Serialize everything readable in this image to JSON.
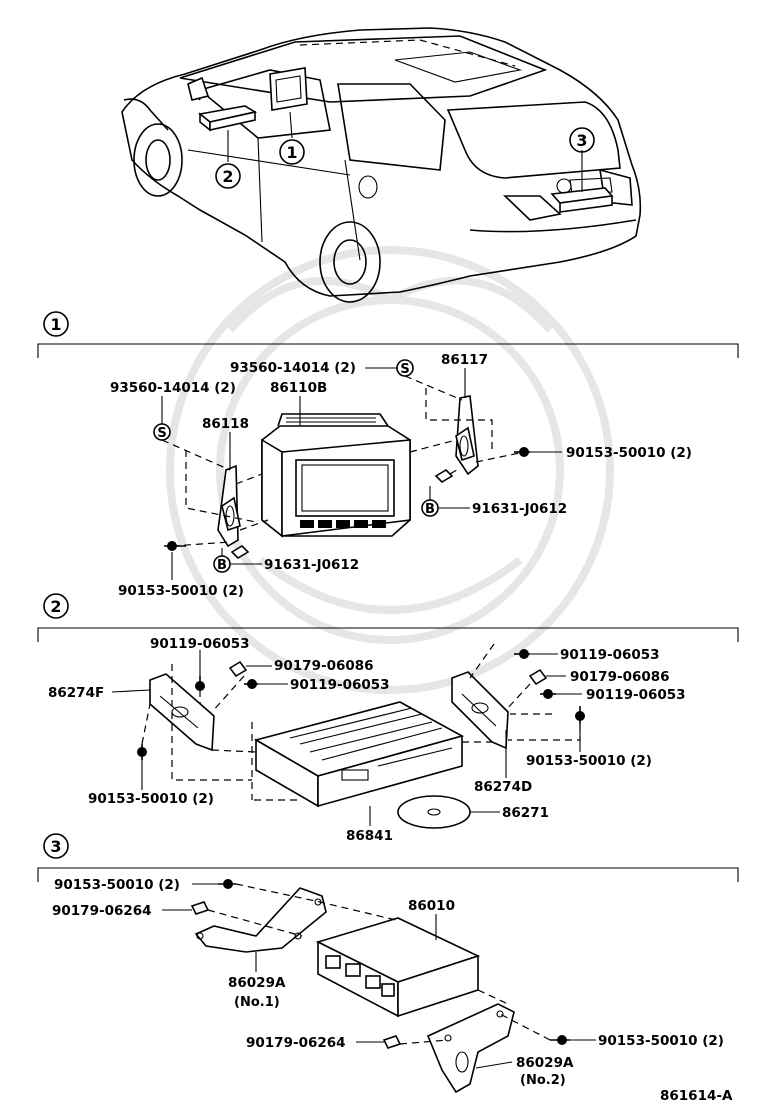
{
  "diagram": {
    "callouts": {
      "c1": "1",
      "c2": "2",
      "c3": "3"
    },
    "sections": {
      "s1": "1",
      "s2": "2",
      "s3": "3"
    },
    "section1": {
      "screw_left": "93560-14014 (2)",
      "screw_right": "93560-14014 (2)",
      "s_marker_left": "S",
      "s_marker_right": "S",
      "display": "86110B",
      "bracket_left": "86118",
      "bracket_right": "86117",
      "bolt_right": "90153-50010 (2)",
      "bolt_left": "90153-50010 (2)",
      "b_marker_right": "B",
      "b_marker_left": "B",
      "nut_right": "91631-J0612",
      "nut_left": "91631-J0612"
    },
    "section2": {
      "screw_top_left": "90119-06053",
      "clip_left": "90179-06086",
      "screw_mid_left": "90119-06053",
      "bracket_left": "86274F",
      "bolt_left": "90153-50010 (2)",
      "screw_top_right": "90119-06053",
      "clip_right": "90179-06086",
      "screw_mid_right": "90119-06053",
      "bolt_right": "90153-50010 (2)",
      "bracket_right": "86274D",
      "disc": "86271",
      "player": "86841"
    },
    "section3": {
      "bolt_top_left": "90153-50010 (2)",
      "nut_top_left": "90179-06264",
      "amplifier": "86010",
      "bracket_no1": "86029A",
      "bracket_no1_sub": "(No.1)",
      "nut_bottom": "90179-06264",
      "bolt_bottom_right": "90153-50010 (2)",
      "bracket_no2": "86029A",
      "bracket_no2_sub": "(No.2)"
    },
    "figure_id": "861614-A"
  }
}
